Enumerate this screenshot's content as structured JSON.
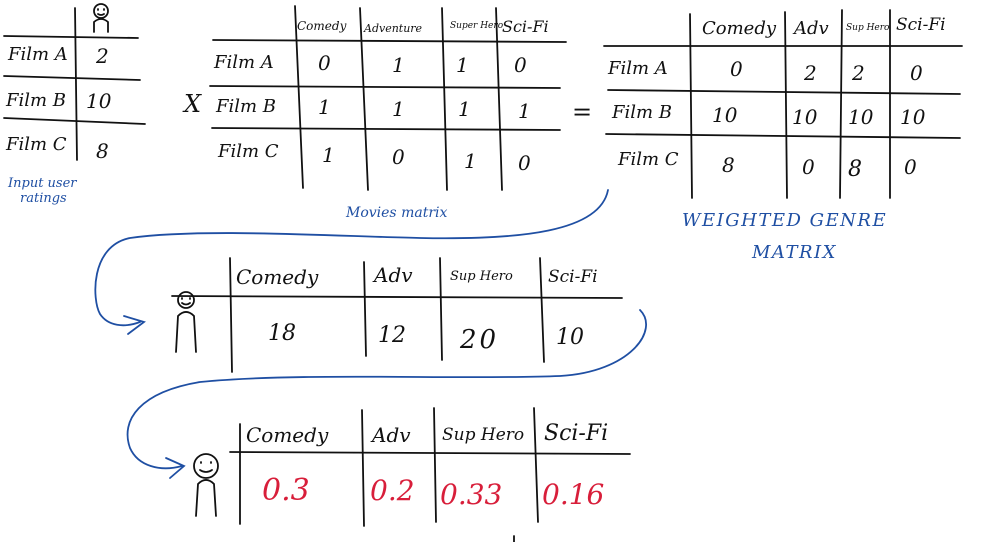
{
  "input_ratings": {
    "rows": [
      {
        "film": "Film A",
        "rating": "2"
      },
      {
        "film": "Film B",
        "rating": "10"
      },
      {
        "film": "Film C",
        "rating": "8"
      }
    ],
    "caption_line1": "Input user",
    "caption_line2": "ratings"
  },
  "operators": {
    "multiply": "X",
    "equals": "="
  },
  "movies_matrix": {
    "headers": [
      "Comedy",
      "Adventure",
      "Super Hero",
      "Sci-Fi"
    ],
    "rows": [
      {
        "film": "Film A",
        "values": [
          "0",
          "1",
          "1",
          "0"
        ]
      },
      {
        "film": "Film B",
        "values": [
          "1",
          "1",
          "1",
          "1"
        ]
      },
      {
        "film": "Film C",
        "values": [
          "1",
          "0",
          "1",
          "0"
        ]
      }
    ],
    "caption": "Movies matrix"
  },
  "weighted_matrix": {
    "headers": [
      "Comedy",
      "Adv",
      "Sup Hero",
      "Sci-Fi"
    ],
    "rows": [
      {
        "film": "Film A",
        "values": [
          "0",
          "2",
          "2",
          "0"
        ]
      },
      {
        "film": "Film B",
        "values": [
          "10",
          "10",
          "10",
          "10"
        ]
      },
      {
        "film": "Film C",
        "values": [
          "8",
          "0",
          "8",
          "0"
        ]
      }
    ],
    "caption_line1": "WEIGHTED GENRE",
    "caption_line2": "MATRIX"
  },
  "genre_totals": {
    "headers": [
      "Comedy",
      "Adv",
      "Sup Hero",
      "Sci-Fi"
    ],
    "values": [
      "18",
      "12",
      "20",
      "10"
    ]
  },
  "normalized_profile": {
    "headers": [
      "Comedy",
      "Adv",
      "Sup Hero",
      "Sci-Fi"
    ],
    "values": [
      "0.3",
      "0.2",
      "0.33",
      "0.16"
    ]
  },
  "colors": {
    "ink": "#111111",
    "blue": "#1f4fa3",
    "red": "#d81e3a"
  }
}
